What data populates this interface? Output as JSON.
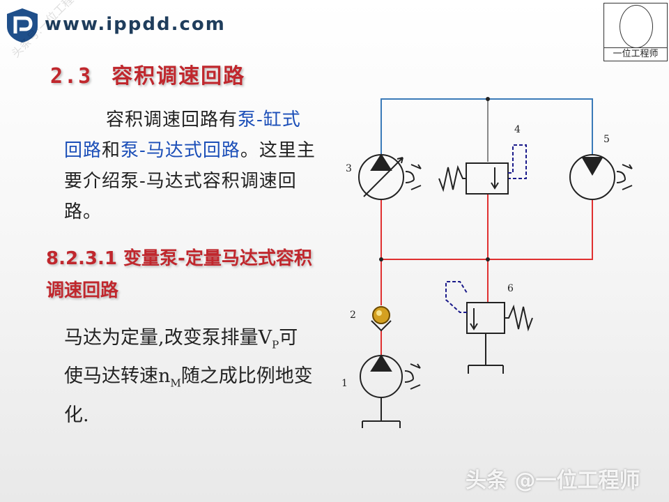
{
  "header": {
    "site_url": "www.ippdd.com",
    "watermark_diag": "头条号:一位工程师",
    "stamp_text": "一位工程师"
  },
  "heading": {
    "number": "2.3",
    "title": "容积调速回路"
  },
  "intro": {
    "p1": "容积调速回路有",
    "term1": "泵-缸式回路",
    "p2": "和",
    "term2": "泵-马达式回路",
    "p3": "。这里主要介绍泵-马达式容积调速回路。"
  },
  "section": {
    "title": "8.2.3.1 变量泵-定量马达式容积调速回路"
  },
  "body": {
    "t1": "马达为定量,改变泵排量",
    "v_base": "V",
    "v_sub": "P",
    "t2": "可使马达转速",
    "n_base": "n",
    "n_sub": "M",
    "t3": "随之成比例地变化."
  },
  "diagram": {
    "labels": {
      "c1": "1",
      "c2": "2",
      "c3": "3",
      "c4": "4",
      "c5": "5",
      "c6": "6"
    },
    "colors": {
      "high_pressure": "#e03030",
      "low_pressure": "#3a7ab8",
      "pilot": "#1a1a8a"
    }
  },
  "footer": {
    "watermark": "头条 @一位工程师"
  }
}
